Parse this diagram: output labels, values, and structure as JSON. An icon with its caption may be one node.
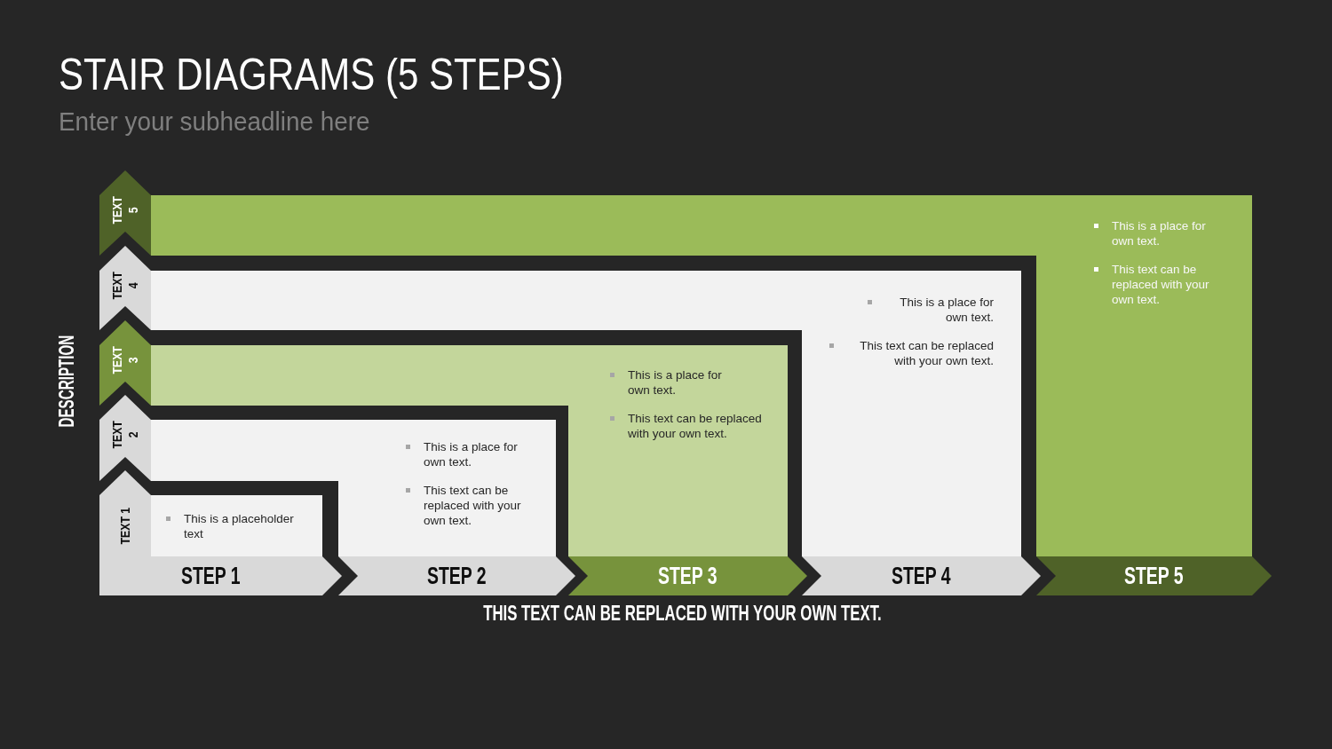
{
  "diagram": {
    "title": "STAIR DIAGRAMS (5 STEPS)",
    "caption": "THIS TEXT CAN BE REPLACED WITH YOUR OWN TEXT.",
    "nodes": [
      {
        "text": [
          "TEXT 5"
        ]
      },
      {
        "text": [
          "This is a place for own text.",
          "This text can be replaced with your own text."
        ]
      },
      {
        "text": [
          "TEXT 4"
        ]
      },
      {
        "text": [
          "This is a place for own text.",
          "This text can be replaced with your own text."
        ]
      },
      {
        "text": [
          "TEXT 3"
        ]
      },
      {
        "text": [
          "This is a place for own text.",
          "This text can be replaced with your own text."
        ]
      },
      {
        "text": [
          "TEXT 2"
        ]
      },
      {
        "text": [
          "This is a place for own text.",
          "This text can be replaced with your own text."
        ]
      },
      {
        "text": [
          "TEXT 1"
        ]
      },
      {
        "text": [
          "This is a placeholder text"
        ]
      },
      {
        "text": [
          "STEP 1"
        ]
      },
      {
        "text": [
          "STEP 2"
        ]
      },
      {
        "text": [
          "STEP 3"
        ]
      },
      {
        "text": [
          "STEP 4"
        ]
      },
      {
        "text": [
          "STEP 5"
        ]
      }
    ],
    "labels": [
      "Enter your subheadline here",
      "DESCRIPTION"
    ]
  }
}
